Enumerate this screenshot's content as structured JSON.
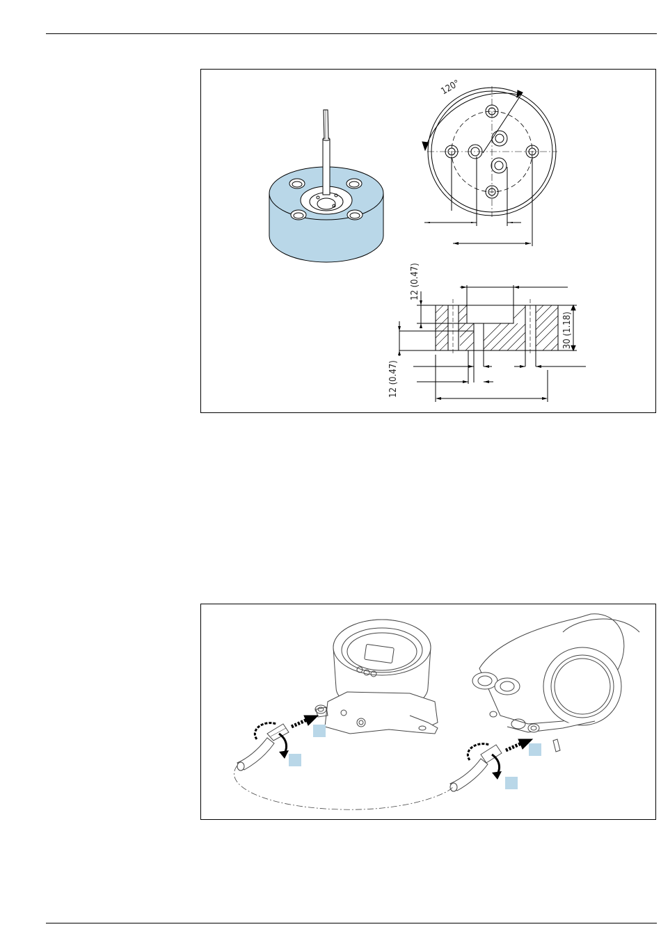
{
  "figure1": {
    "angle_label": "120°",
    "dim_upper_left": "12 (0.47)",
    "dim_lower_left": "12 (0.47)",
    "dim_height": "30 (1.18)",
    "colors": {
      "body_fill": "#b9d7e8",
      "line": "#000000"
    }
  },
  "figure2": {
    "colors": {
      "marker": "#b9d7e8"
    }
  }
}
